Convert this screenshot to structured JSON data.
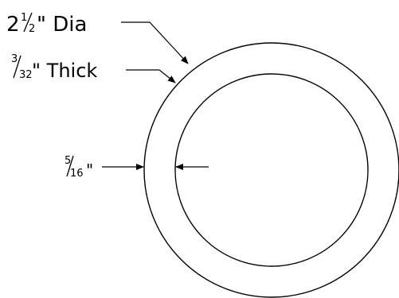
{
  "labels": {
    "diameter": {
      "whole": "2",
      "num": "1",
      "den": "2",
      "suffix": "\" Dia"
    },
    "thickness": {
      "num": "3",
      "den": "32",
      "suffix": "\" Thick"
    },
    "width": {
      "num": "5",
      "den": "16",
      "suffix": "\""
    }
  },
  "colors": {
    "line": "#000000",
    "background": "#ffffff"
  }
}
